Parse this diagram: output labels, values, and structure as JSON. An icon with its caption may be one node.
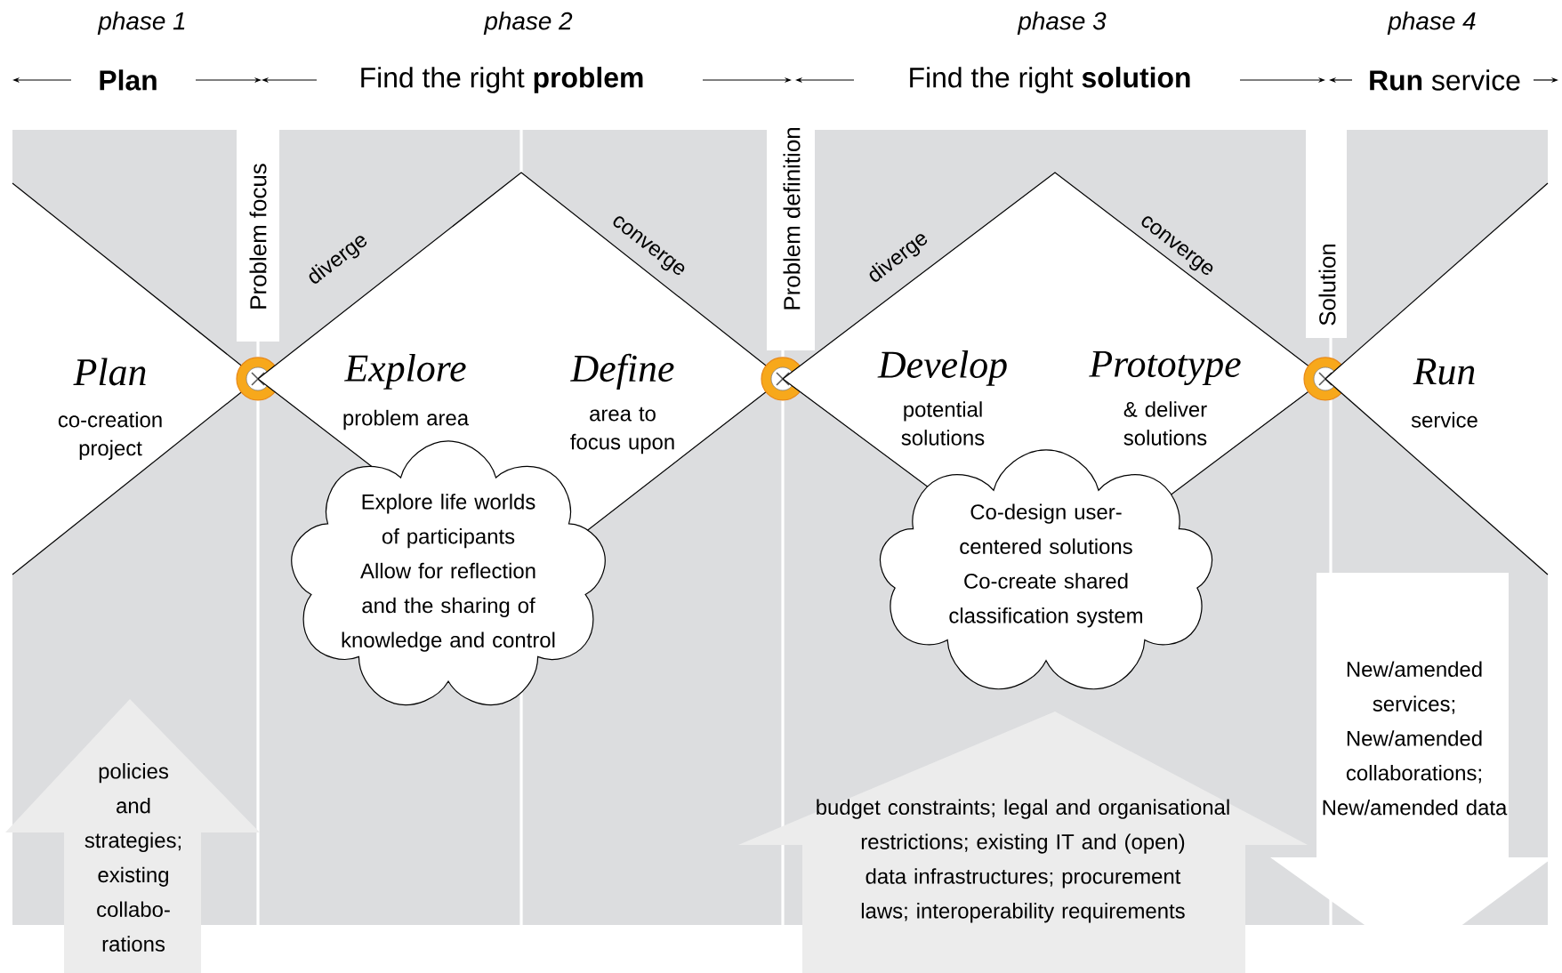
{
  "diagram": {
    "nodes": [
      {
        "text": [
          "Plan",
          "co-creation project"
        ]
      },
      {
        "text": [],
        "shape": "circle"
      },
      {
        "text": [
          "Explore",
          "problem area",
          "Define",
          "area to focus upon"
        ]
      },
      {
        "text": [
          "Explore life worlds of participants",
          "Allow for reflection and the sharing of knowledge and control"
        ]
      },
      {
        "text": [],
        "shape": "circle"
      },
      {
        "text": [
          "Develop",
          "potential solutions",
          "Prototype",
          "& deliver solutions"
        ]
      },
      {
        "text": [
          "Co-design user-centered solutions",
          "Co-create shared classification system"
        ]
      },
      {
        "text": [],
        "shape": "circle"
      },
      {
        "text": [
          "Run",
          "service"
        ]
      },
      {
        "text": [
          "policies and strategies; existing collabo-rations"
        ]
      },
      {
        "text": [
          "budget constraints; legal and organisational restrictions; existing IT and (open) data infrastructures; procurement laws; interoperability requirements"
        ]
      },
      {
        "text": [
          "New/amended services; New/amended collaborations; New/amended data"
        ]
      }
    ],
    "labels": [
      "phase 1",
      "phase 2",
      "phase 3",
      "phase 4",
      "Plan",
      "Find the right **problem**",
      "Find the right **solution**",
      "**Run** service",
      "Problem focus",
      "diverge",
      "converge",
      "Problem definition",
      "diverge",
      "converge",
      "Solution"
    ]
  }
}
